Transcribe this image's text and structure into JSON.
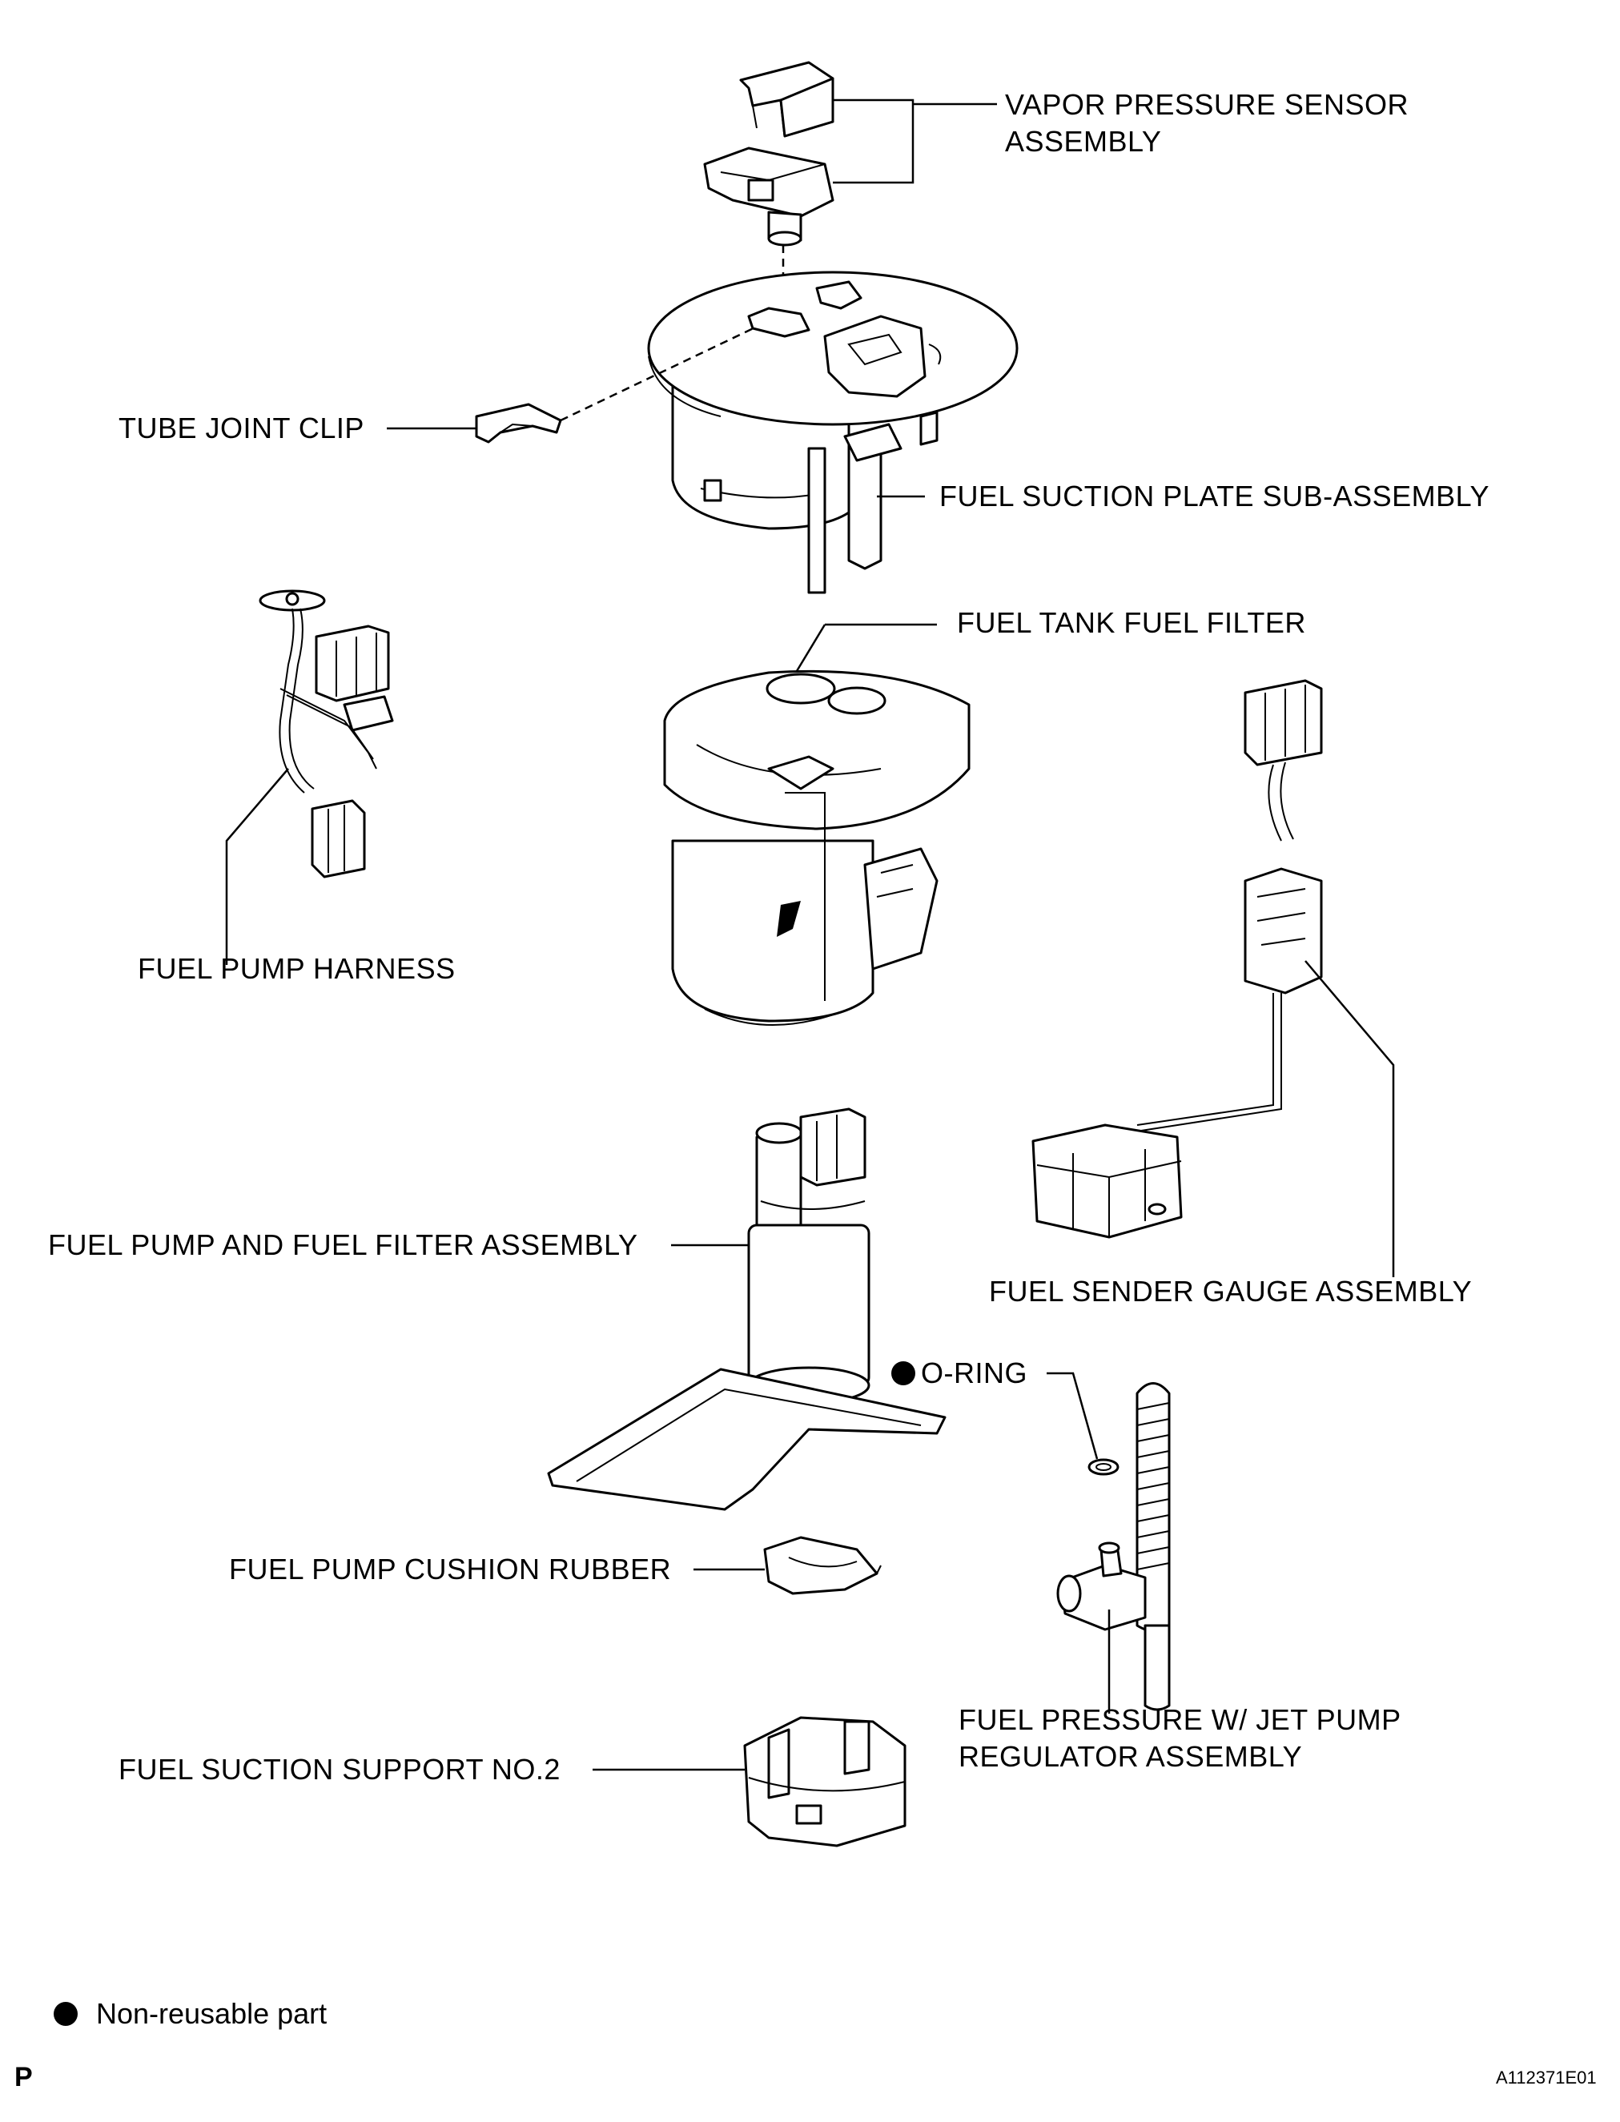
{
  "labels": {
    "vapor_pressure_sensor": "VAPOR PRESSURE SENSOR\nASSEMBLY",
    "tube_joint_clip": "TUBE JOINT CLIP",
    "fuel_suction_plate": "FUEL SUCTION PLATE SUB-ASSEMBLY",
    "fuel_tank_fuel_filter": "FUEL TANK FUEL FILTER",
    "fuel_pump_harness": "FUEL PUMP HARNESS",
    "fuel_pump_and_filter": "FUEL PUMP AND FUEL FILTER ASSEMBLY",
    "fuel_sender_gauge": "FUEL SENDER GAUGE ASSEMBLY",
    "o_ring": "O-RING",
    "fuel_pump_cushion_rubber": "FUEL PUMP CUSHION RUBBER",
    "fuel_pressure_regulator": "FUEL PRESSURE W/ JET PUMP\nREGULATOR ASSEMBLY",
    "fuel_suction_support": "FUEL SUCTION SUPPORT NO.2"
  },
  "legend": {
    "non_reusable": "Non-reusable part"
  },
  "footer": {
    "page_mark": "P",
    "figure_code": "A112371E01"
  },
  "colors": {
    "ink": "#000000",
    "paper": "#ffffff"
  }
}
